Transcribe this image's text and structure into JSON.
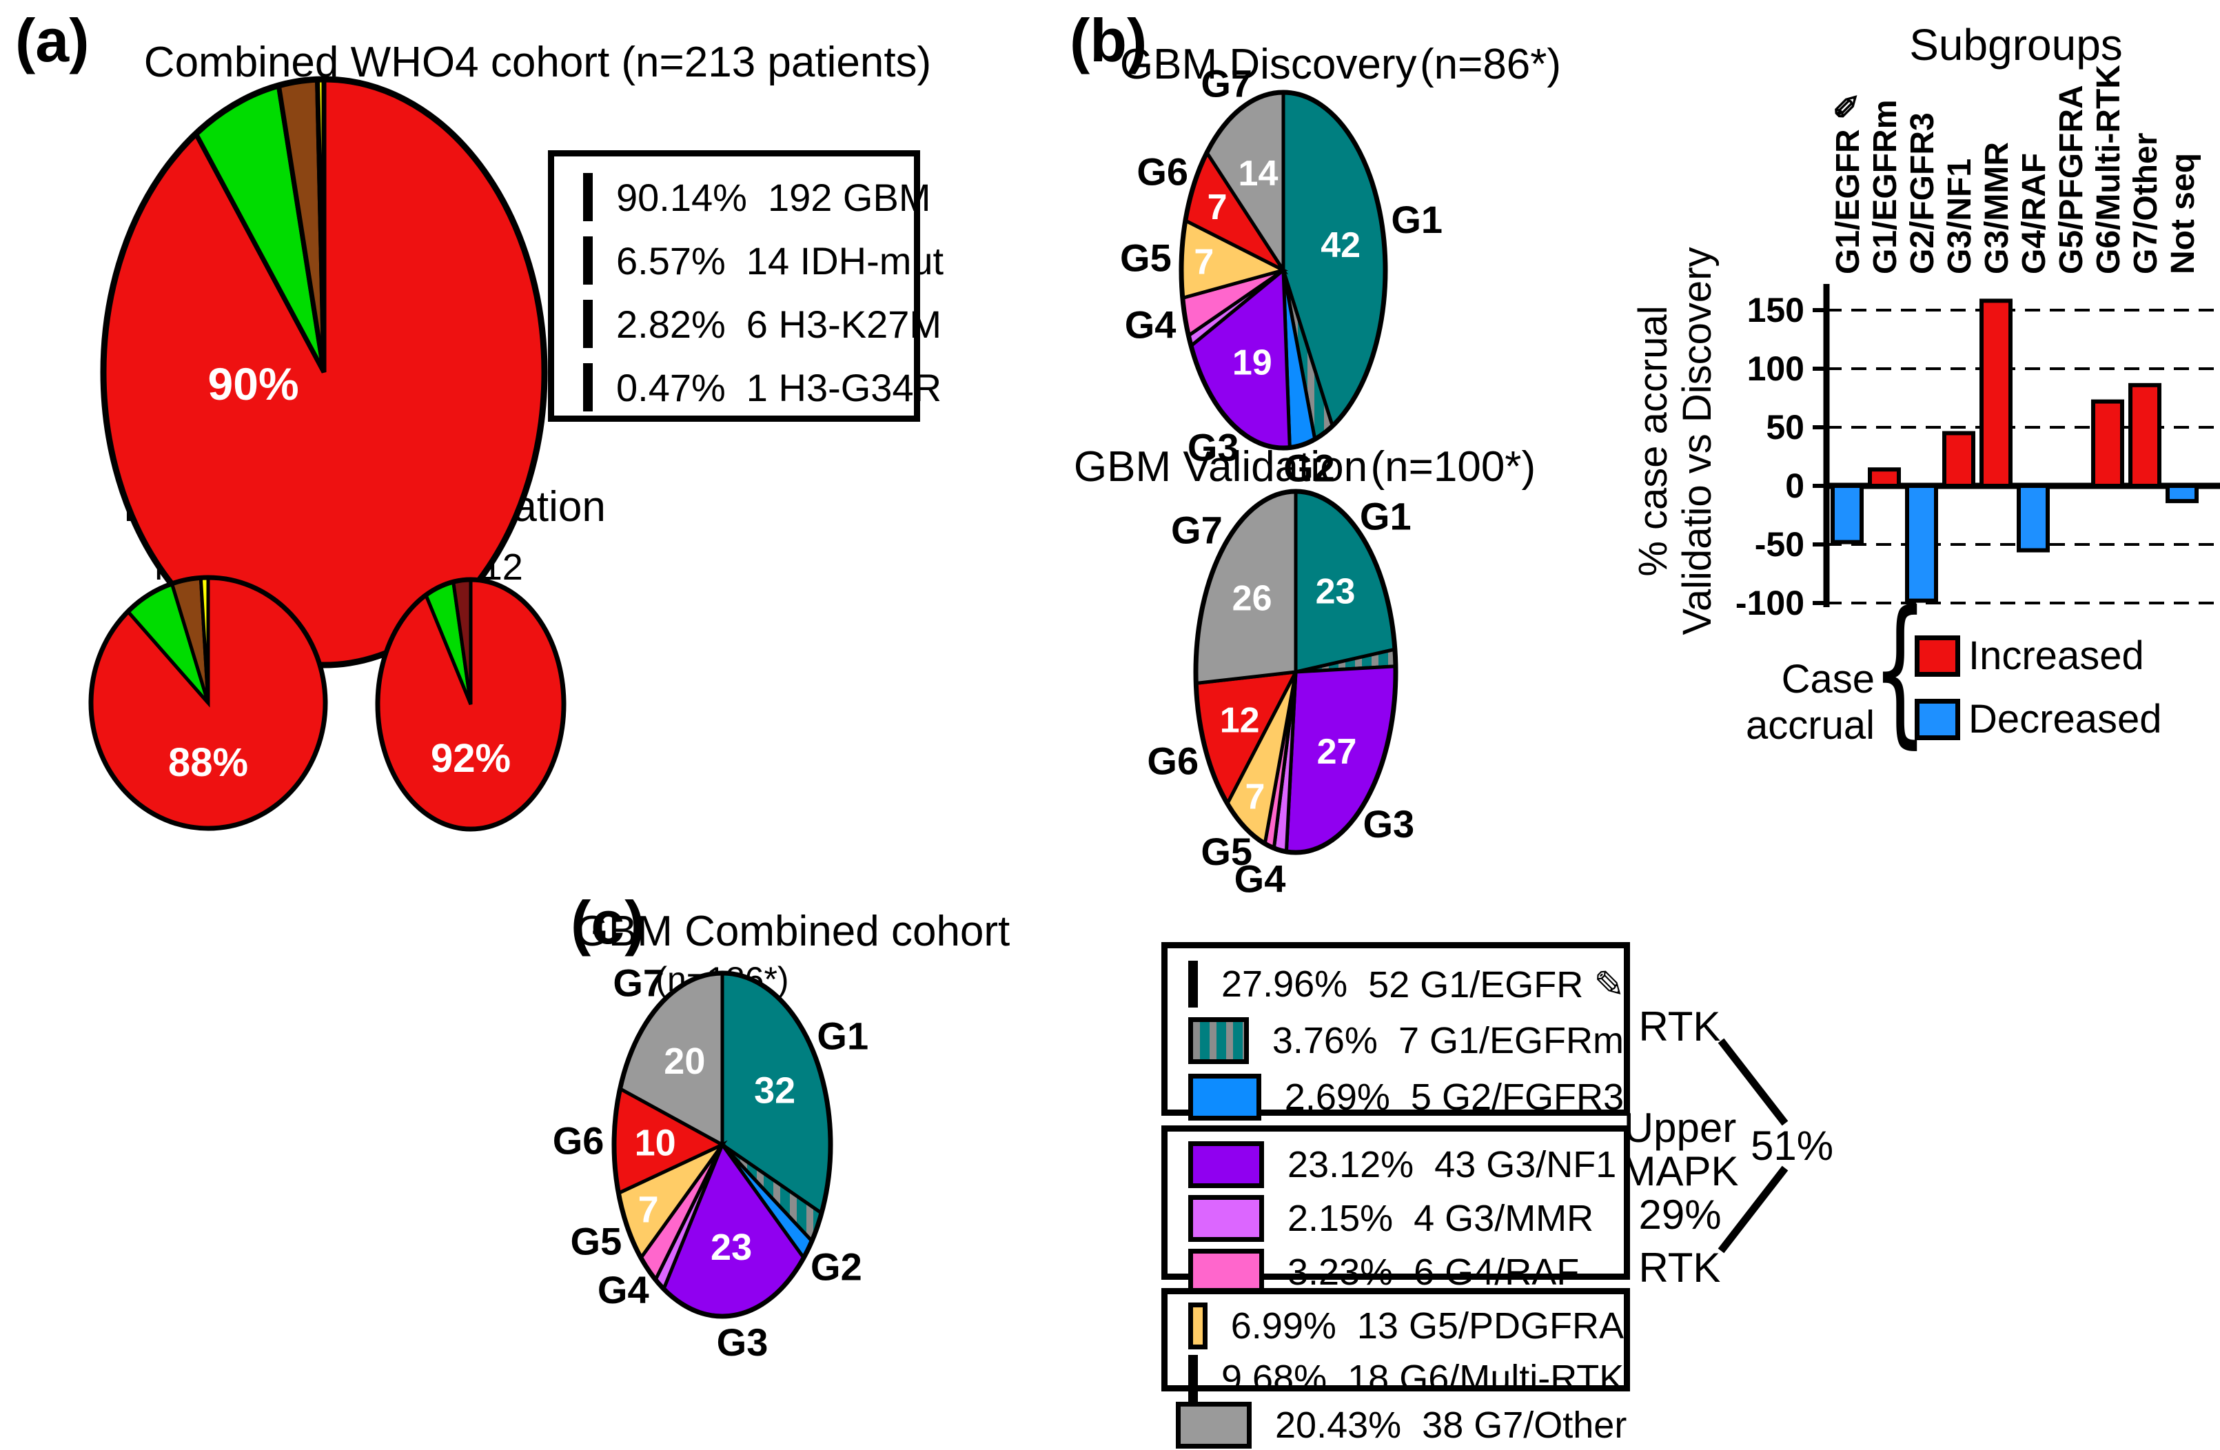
{
  "panels": {
    "a": {
      "label": "(a)",
      "title": "Combined WHO4 cohort (n=213 patients)",
      "main_center_label": "90%",
      "legend": [
        {
          "pct": "90.14%",
          "label": "192 GBM",
          "color": "#EE1111"
        },
        {
          "pct": "6.57%",
          "label": "14 IDH-mut",
          "color": "#00DC00"
        },
        {
          "pct": "2.82%",
          "label": "6 H3-K27M",
          "color": "#8B4513"
        },
        {
          "pct": "0.47%",
          "label": "1 H3-G34R",
          "color": "#FFFF00"
        }
      ],
      "discovery": {
        "title": "Discovery",
        "n": "n=101",
        "center_label": "88%"
      },
      "validation": {
        "title": "Validation",
        "n": "n=112",
        "center_label": "92%"
      }
    },
    "b": {
      "label": "(b)",
      "discovery_title": "GBM Discovery",
      "discovery_n": "(n=86*)",
      "validation_title": "GBM Validation",
      "validation_n": "(n=100*)",
      "bar_title": "Subgroups",
      "ylabel_line1": "% case accrual",
      "ylabel_line2": "Validatio vs Discovery",
      "legend_title": "Case accrual",
      "legend_increased": "Increased",
      "legend_decreased": "Decreased",
      "increased_color": "#EE1111",
      "decreased_color": "#1E90FF"
    },
    "c": {
      "label": "(c)",
      "title": "GBM Combined cohort",
      "n": "(n=186*)",
      "legend_box1": [
        {
          "pct": "27.96%",
          "label": "52 G1/EGFR ✎",
          "color": "#007F80"
        },
        {
          "pct": "3.76%",
          "label": "7 G1/EGFRm",
          "color": "hatch"
        },
        {
          "pct": "2.69%",
          "label": "5 G2/FGFR3",
          "color": "#0D8CFF"
        }
      ],
      "legend_box2": [
        {
          "pct": "23.12%",
          "label": "43 G3/NF1",
          "color": "#9000F0"
        },
        {
          "pct": "2.15%",
          "label": "4 G3/MMR",
          "color": "#DC66FF"
        },
        {
          "pct": "3.23%",
          "label": "6 G4/RAF",
          "color": "#FF66CC"
        }
      ],
      "legend_box3": [
        {
          "pct": "6.99%",
          "label": "13 G5/PDGFRA",
          "color": "#FFCC66"
        },
        {
          "pct": "9.68%",
          "label": "18 G6/Multi-RTK",
          "color": "#EE1111"
        }
      ],
      "legend_loose": {
        "pct": "20.43%",
        "label": "38 G7/Other",
        "color": "#9A9A9A"
      },
      "annotations": {
        "rtk_top": "RTK",
        "upper": "Upper",
        "mapk": "MAPK",
        "upper_pct": "29%",
        "rtk_bottom": "RTK",
        "combined_pct": "51%"
      }
    }
  },
  "chart_data": [
    {
      "id": "who4_combined",
      "type": "pie",
      "title": "Combined WHO4 cohort (n=213 patients)",
      "center_label": "90%",
      "slices": [
        {
          "label": "GBM",
          "pct": 90.14,
          "count": 192,
          "value": 90.14,
          "color": "#EE1111",
          "inner": "90%",
          "lx": -0.32,
          "ly": 0.04
        },
        {
          "label": "IDH-mut",
          "pct": 6.57,
          "count": 14,
          "value": 6.57,
          "color": "#00DC00"
        },
        {
          "label": "H3-K27M",
          "pct": 2.82,
          "count": 6,
          "value": 2.82,
          "color": "#8B4513"
        },
        {
          "label": "H3-G34R",
          "pct": 0.47,
          "count": 1,
          "value": 0.47,
          "color": "#FFFF00"
        }
      ]
    },
    {
      "id": "who4_discovery",
      "type": "pie",
      "title": "Discovery",
      "n": "n=101",
      "center_label": "88%",
      "slices": [
        {
          "label": "GBM",
          "value": 88,
          "color": "#EE1111",
          "inner": "88%",
          "lx": 0.0,
          "ly": 0.47
        },
        {
          "label": "IDH-mut",
          "value": 7,
          "color": "#00DC00"
        },
        {
          "label": "H3-K27M",
          "value": 4,
          "color": "#8B4513"
        },
        {
          "label": "H3-G34R",
          "value": 1,
          "color": "#FFFF00"
        }
      ]
    },
    {
      "id": "who4_validation",
      "type": "pie",
      "title": "Validation",
      "n": "n=112",
      "center_label": "92%",
      "slices": [
        {
          "label": "GBM",
          "value": 92,
          "color": "#EE1111",
          "inner": "92%",
          "lx": 0.0,
          "ly": 0.43
        },
        {
          "label": "IDH-mut",
          "value": 5,
          "color": "#00DC00"
        },
        {
          "label": "H3-K27M",
          "value": 3,
          "color": "#7B1414"
        }
      ]
    },
    {
      "id": "gbm_discovery",
      "type": "pie",
      "title": "GBM Discovery",
      "n": "(n=86*)",
      "slices": [
        {
          "label": "G1/EGFR",
          "value": 42,
          "color": "#007F80",
          "inner": "42",
          "lr": 0.58,
          "outer": "G1"
        },
        {
          "label": "G1/EGFRm",
          "value": 3,
          "color": "hatch"
        },
        {
          "label": "G2/FGFR3",
          "value": 4,
          "color": "#0D8CFF",
          "outer": "G2",
          "ody": -6
        },
        {
          "label": "G3/NF1",
          "value": 19,
          "color": "#9000F0",
          "inner": "19",
          "outer": "G3"
        },
        {
          "label": "G3/MMR",
          "value": 1,
          "color": "#DC66FF"
        },
        {
          "label": "G4/RAF",
          "value": 3.5,
          "color": "#FF66CC",
          "outer": "G4"
        },
        {
          "label": "G5/PDGFRA",
          "value": 7,
          "color": "#FFCC66",
          "inner": "7",
          "lr": 0.78,
          "outer": "G5"
        },
        {
          "label": "G6/Multi-RTK",
          "value": 7,
          "color": "#EE1111",
          "inner": "7",
          "lr": 0.74,
          "outer": "G6"
        },
        {
          "label": "G7/Other",
          "value": 13.5,
          "color": "#9A9A9A",
          "inner": "14",
          "lr": 0.6,
          "outer": "G7"
        }
      ]
    },
    {
      "id": "gbm_validation",
      "type": "pie",
      "title": "GBM Validation",
      "n": "(n=100*)",
      "slices": [
        {
          "label": "G1/EGFR",
          "value": 23,
          "color": "#007F80",
          "inner": "23",
          "outer": "G1"
        },
        {
          "label": "G1/EGFRm",
          "value": 1.5,
          "color": "hatch"
        },
        {
          "label": "G3/NF1",
          "value": 27,
          "color": "#9000F0",
          "inner": "27",
          "outer": "G3"
        },
        {
          "label": "G3/MMR",
          "value": 2,
          "color": "#DC66FF"
        },
        {
          "label": "G4/RAF",
          "value": 1.5,
          "color": "#FF66CC",
          "outer": "G4",
          "ody": 8
        },
        {
          "label": "G5/PDGFRA",
          "value": 7,
          "color": "#FFCC66",
          "inner": "7",
          "lr": 0.8,
          "outer": "G5"
        },
        {
          "label": "G6/Multi-RTK",
          "value": 12,
          "color": "#EE1111",
          "inner": "12",
          "lr": 0.62,
          "outer": "G6"
        },
        {
          "label": "G7/Other",
          "value": 26,
          "color": "#9A9A9A",
          "inner": "26",
          "outer": "G7"
        }
      ]
    },
    {
      "id": "gbm_combined",
      "type": "pie",
      "title": "GBM Combined cohort",
      "n": "(n=186*)",
      "slices": [
        {
          "label": "G1/EGFR",
          "pct": 27.96,
          "count": 52,
          "value": 32,
          "color": "#007F80",
          "inner": "32",
          "lr": 0.58,
          "outer": "G1"
        },
        {
          "label": "G1/EGFRm",
          "pct": 3.76,
          "count": 7,
          "value": 3,
          "color": "hatch"
        },
        {
          "label": "G2/FGFR3",
          "pct": 2.69,
          "count": 5,
          "value": 2,
          "color": "#0D8CFF",
          "outer": "G2"
        },
        {
          "label": "G3/NF1",
          "pct": 23.12,
          "count": 43,
          "value": 23,
          "color": "#9000F0",
          "inner": "23",
          "outer": "G3"
        },
        {
          "label": "G3/MMR",
          "pct": 2.15,
          "count": 4,
          "value": 1.5,
          "color": "#DC66FF"
        },
        {
          "label": "G4/RAF",
          "pct": 3.23,
          "count": 6,
          "value": 3,
          "color": "#FF66CC",
          "outer": "G4"
        },
        {
          "label": "G5/PDGFRA",
          "pct": 6.99,
          "count": 13,
          "value": 7,
          "color": "#FFCC66",
          "inner": "7",
          "lr": 0.78,
          "outer": "G5"
        },
        {
          "label": "G6/Multi-RTK",
          "pct": 9.68,
          "count": 18,
          "value": 10,
          "color": "#EE1111",
          "inner": "10",
          "lr": 0.62,
          "outer": "G6"
        },
        {
          "label": "G7/Other",
          "pct": 20.43,
          "count": 38,
          "value": 20,
          "color": "#9A9A9A",
          "inner": "20",
          "outer": "G7"
        }
      ]
    },
    {
      "id": "case_accrual",
      "type": "bar",
      "title": "Subgroups",
      "ylabel": [
        "% case accrual",
        "Validatio vs Discovery"
      ],
      "ylim": [
        -100,
        160
      ],
      "yticks": [
        150,
        100,
        50,
        0,
        -50,
        -100
      ],
      "grid": "dashed",
      "categories": [
        "G1/EGFR ✎",
        "G1/EGFRm",
        "G2/FGFR3",
        "G3/NF1",
        "G3/MMR",
        "G4/RAF",
        "G5/PFGFRA",
        "G6/Multi-RTK",
        "G7/Other",
        "Not seq"
      ],
      "values": [
        -48,
        14,
        -98,
        45,
        158,
        -55,
        0,
        72,
        86,
        -13
      ],
      "positive_color": "#EE1111",
      "negative_color": "#1E90FF",
      "legend": {
        "title": "Case accrual",
        "entries": [
          {
            "label": "Increased",
            "color": "#EE1111"
          },
          {
            "label": "Decreased",
            "color": "#1E90FF"
          }
        ]
      }
    }
  ]
}
